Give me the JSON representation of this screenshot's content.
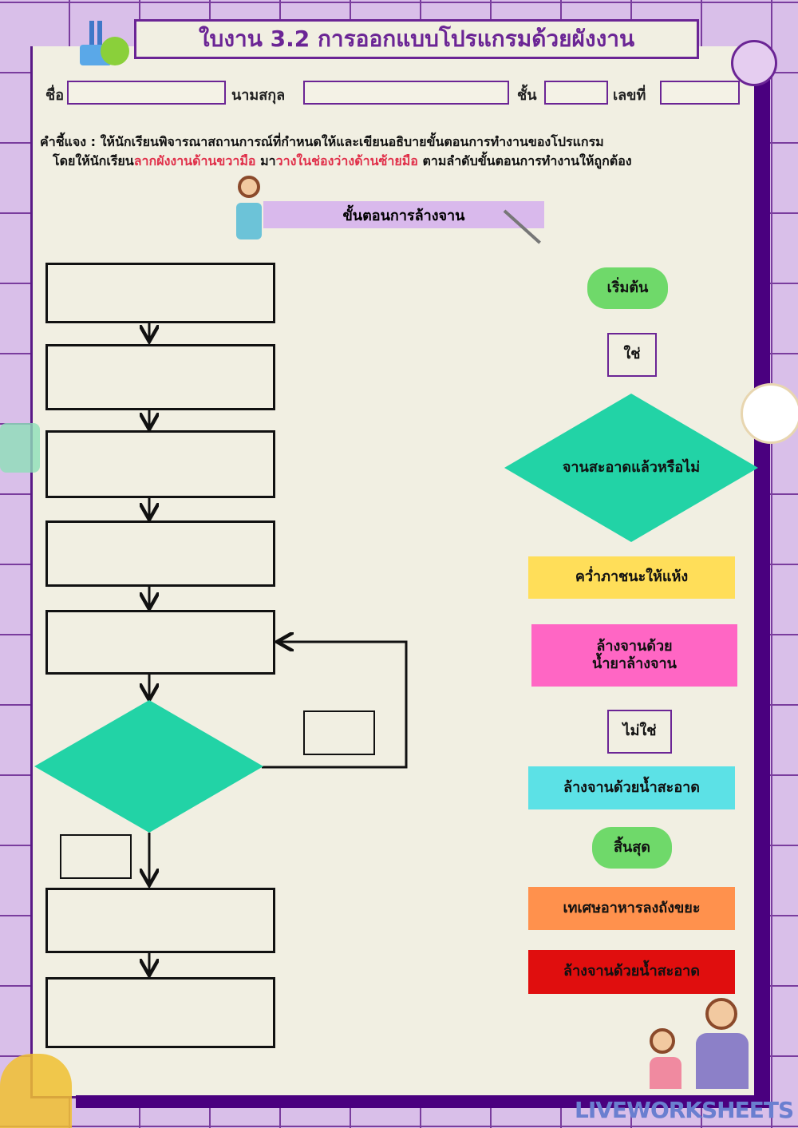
{
  "title": "ใบงาน 3.2 การออกแบบโปรแกรมด้วยผังงาน",
  "form": {
    "name_label": "ชื่อ",
    "surname_label": "นามสกุล",
    "class_label": "ชั้น",
    "number_label": "เลขที่",
    "name_value": "",
    "surname_value": "",
    "class_value": "",
    "number_value": ""
  },
  "instructions": {
    "line1": "คำชี้แจง : ให้นักเรียนพิจารณาสถานการณ์ที่กำหนดให้และเขียนอธิบายขั้นตอนการทำงานของโปรแกรม",
    "line2_a": "โดยให้นักเรียน",
    "line2_b": "ลากผังงานด้านขวามือ",
    "line2_c": " มา",
    "line2_d": "วางในช่องว่างด้านซ้ายมือ",
    "line2_e": " ตามลำดับขั้นตอนการทำงานให้ถูกต้อง"
  },
  "step_title": "ขั้นตอนการล้างจาน",
  "options": {
    "start": "เริ่มต้น",
    "yes": "ใช่",
    "decision": "จานสะอาดแล้วหรือไม่",
    "dry": "คว่ำภาชนะให้แห้ง",
    "soap": "ล้างจานด้วย\nน้ำยาล้างจาน",
    "no": "ไม่ใช่",
    "rinse1": "ล้างจานด้วยน้ำสะอาด",
    "end": "สิ้นสุด",
    "scraps": "เทเศษอาหารลงถังขยะ",
    "rinse2": "ล้างจานด้วยน้ำสะอาด"
  },
  "colors": {
    "green": "#6fd96a",
    "teal": "#22d3a6",
    "yellow": "#ffde59",
    "pink": "#ff66c4",
    "cyan": "#5ce1e6",
    "orange": "#ff914d",
    "red": "#e00e0e"
  },
  "watermark": "LIVEWORKSHEETS"
}
